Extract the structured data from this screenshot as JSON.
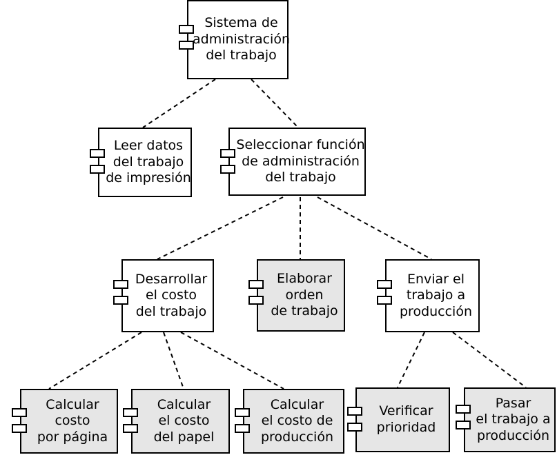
{
  "nodes": {
    "root": {
      "label": "Sistema de\nadministración\ndel trabajo",
      "shaded": false
    },
    "leer": {
      "label": "Leer datos\ndel trabajo\nde impresión",
      "shaded": false
    },
    "seleccionar": {
      "label": "Seleccionar función\nde administración\ndel trabajo",
      "shaded": false
    },
    "desarrollar": {
      "label": "Desarrollar\nel costo\ndel trabajo",
      "shaded": false
    },
    "elaborar": {
      "label": "Elaborar\norden\nde trabajo",
      "shaded": true
    },
    "enviar": {
      "label": "Enviar el\ntrabajo a\nproducción",
      "shaded": false
    },
    "costo_pagina": {
      "label": "Calcular\ncosto\npor página",
      "shaded": true
    },
    "costo_papel": {
      "label": "Calcular\nel costo\ndel papel",
      "shaded": true
    },
    "costo_produccion": {
      "label": "Calcular\nel costo de\nproducción",
      "shaded": true
    },
    "verificar": {
      "label": "Verificar\nprioridad",
      "shaded": true
    },
    "pasar": {
      "label": "Pasar\nel trabajo a\nproducción",
      "shaded": true
    }
  },
  "edges": [
    [
      "root",
      "leer"
    ],
    [
      "root",
      "seleccionar"
    ],
    [
      "seleccionar",
      "desarrollar"
    ],
    [
      "seleccionar",
      "elaborar"
    ],
    [
      "seleccionar",
      "enviar"
    ],
    [
      "desarrollar",
      "costo_pagina"
    ],
    [
      "desarrollar",
      "costo_papel"
    ],
    [
      "desarrollar",
      "costo_produccion"
    ],
    [
      "enviar",
      "verificar"
    ],
    [
      "enviar",
      "pasar"
    ]
  ],
  "colors": {
    "line": "#000000",
    "box": "#ffffff",
    "shaded_box": "#e6e6e6"
  }
}
